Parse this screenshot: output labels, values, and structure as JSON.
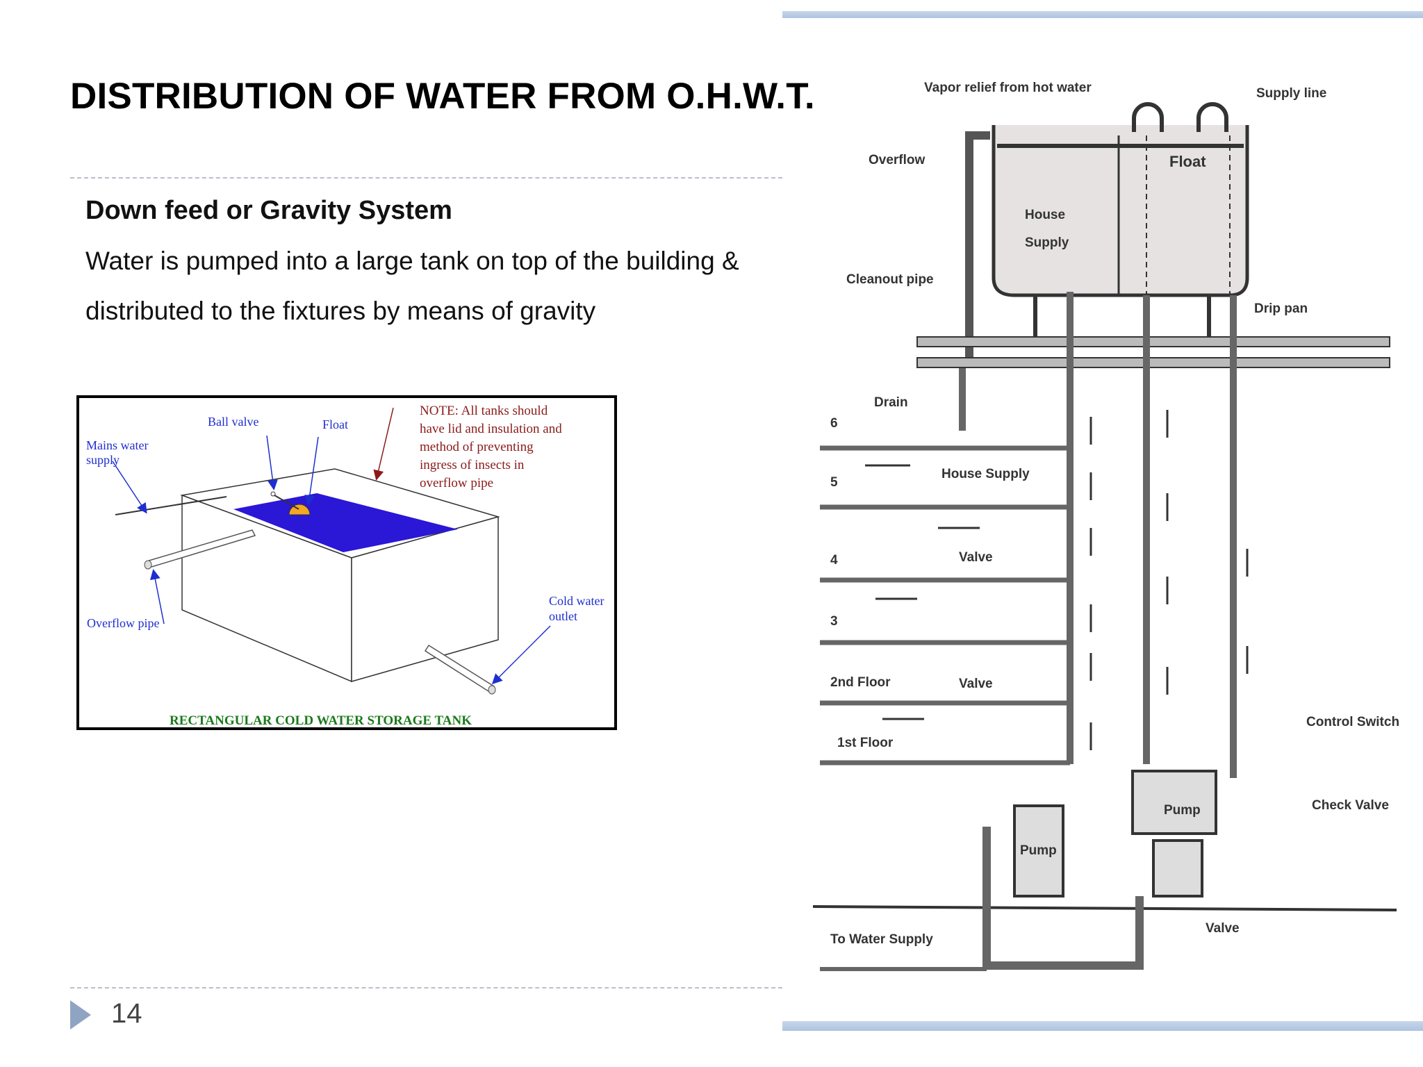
{
  "slide": {
    "title": "DISTRIBUTION OF WATER FROM O.H.W.T.",
    "subtitle": "Down feed or Gravity System",
    "body_lines": [
      "Water is pumped into a large tank on top of the building &",
      "distributed to the fixtures by means of gravity"
    ],
    "page_number": "14"
  },
  "tank_figure": {
    "labels": {
      "mains": [
        "Mains water",
        "supply"
      ],
      "ball_valve": "Ball valve",
      "float": "Float",
      "note": [
        "NOTE: All tanks should",
        "have lid and insulation and",
        "method of preventing",
        "ingress of insects in",
        "overflow pipe"
      ],
      "overflow": "Overflow pipe",
      "cold_outlet": [
        "Cold water",
        "outlet"
      ],
      "caption": "RECTANGULAR COLD WATER STORAGE TANK"
    },
    "colors": {
      "label_blue": "#1f2ecf",
      "note_red": "#8b1a1a",
      "caption_green": "#1a7a1a",
      "water": "#2b17d6",
      "float": "#f5a623"
    }
  },
  "riser_figure": {
    "labels": {
      "vapor": "Vapor relief from hot water",
      "supply_line": "Supply line",
      "overflow": "Overflow",
      "float": "Float",
      "house_supply_tank": [
        "House",
        "Supply"
      ],
      "cleanout": "Cleanout pipe",
      "drip_pan": "Drip pan",
      "drain": "Drain",
      "house_supply": "House Supply",
      "valve_1": "Valve",
      "valve_2": "Valve",
      "floor_6": "6",
      "floor_5": "5",
      "floor_4": "4",
      "floor_3": "3",
      "floor_2": "2nd Floor",
      "floor_1": "1st Floor",
      "control_switch": "Control Switch",
      "check_valve": "Check Valve",
      "pump_1": "Pump",
      "pump_2": "Pump",
      "to_water_supply": "To Water Supply",
      "valve_bottom": "Valve"
    }
  }
}
